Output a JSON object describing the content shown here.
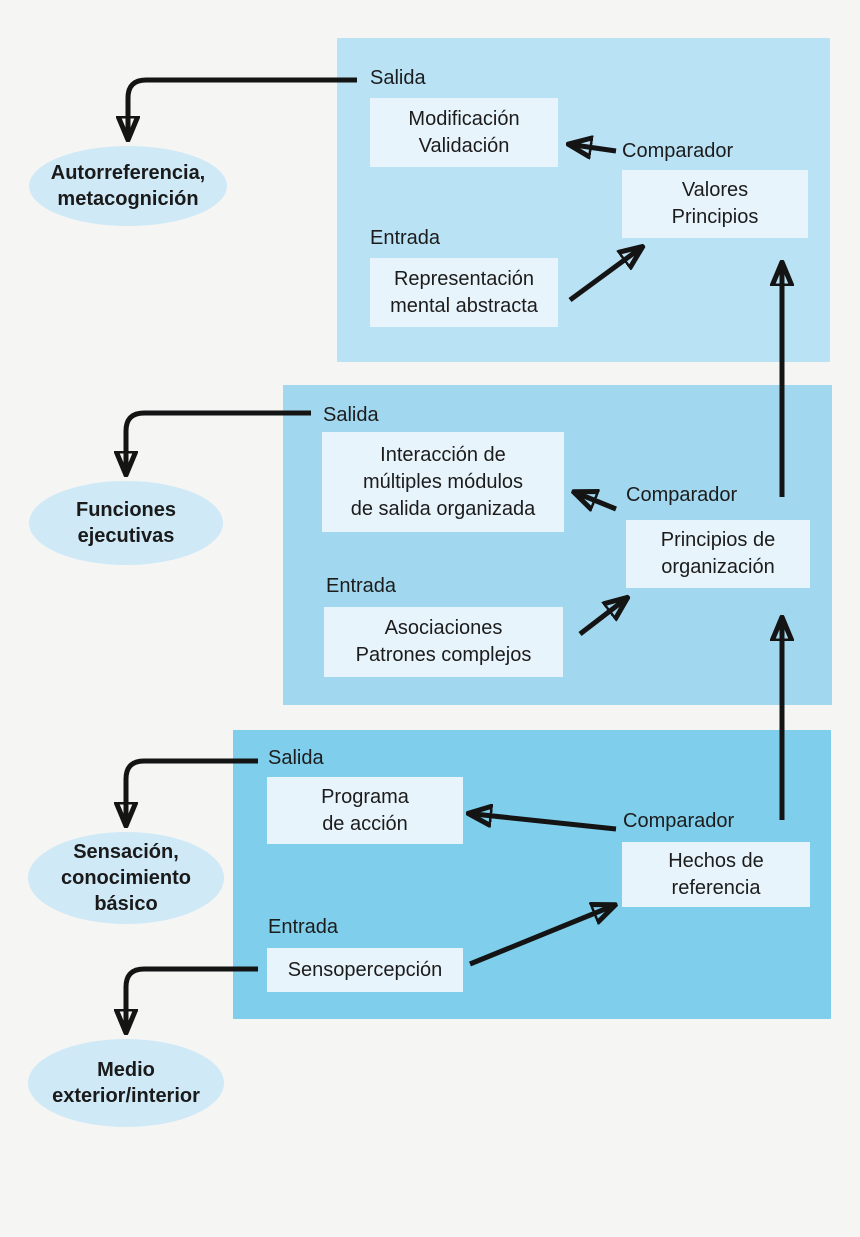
{
  "colors": {
    "background": "#f5f5f4",
    "panel_top": "#bae2f5",
    "panel_middle": "#a2d8ef",
    "panel_bottom": "#7fceec",
    "box_fill": "#e8f4fb",
    "ellipse_fill": "#cfe9f7",
    "arrow": "#141414",
    "text": "#1c1c1c"
  },
  "levels": [
    {
      "name": "nivel-superior",
      "salida_label": "Salida",
      "entrada_label": "Entrada",
      "comparador_label": "Comparador",
      "output_box_lines": [
        "Modificación",
        "Validación"
      ],
      "comparator_box_lines": [
        "Valores",
        "Principios"
      ],
      "input_box_lines": [
        "Representación",
        "mental abstracta"
      ]
    },
    {
      "name": "nivel-medio",
      "salida_label": "Salida",
      "entrada_label": "Entrada",
      "comparador_label": "Comparador",
      "output_box_lines": [
        "Interacción de",
        "múltiples módulos",
        "de salida organizada"
      ],
      "comparator_box_lines": [
        "Principios de",
        "organización"
      ],
      "input_box_lines": [
        "Asociaciones",
        "Patrones complejos"
      ]
    },
    {
      "name": "nivel-inferior",
      "salida_label": "Salida",
      "entrada_label": "Entrada",
      "comparador_label": "Comparador",
      "output_box_lines": [
        "Programa",
        "de acción"
      ],
      "comparator_box_lines": [
        "Hechos de",
        "referencia"
      ],
      "input_box_lines": [
        "Sensopercepción"
      ]
    }
  ],
  "ellipses": [
    {
      "lines": [
        "Autorreferencia,",
        "metacognición"
      ]
    },
    {
      "lines": [
        "Funciones",
        "ejecutivas"
      ]
    },
    {
      "lines": [
        "Sensación,",
        "conocimiento",
        "básico"
      ]
    },
    {
      "lines": [
        "Medio",
        "exterior/interior"
      ]
    }
  ]
}
